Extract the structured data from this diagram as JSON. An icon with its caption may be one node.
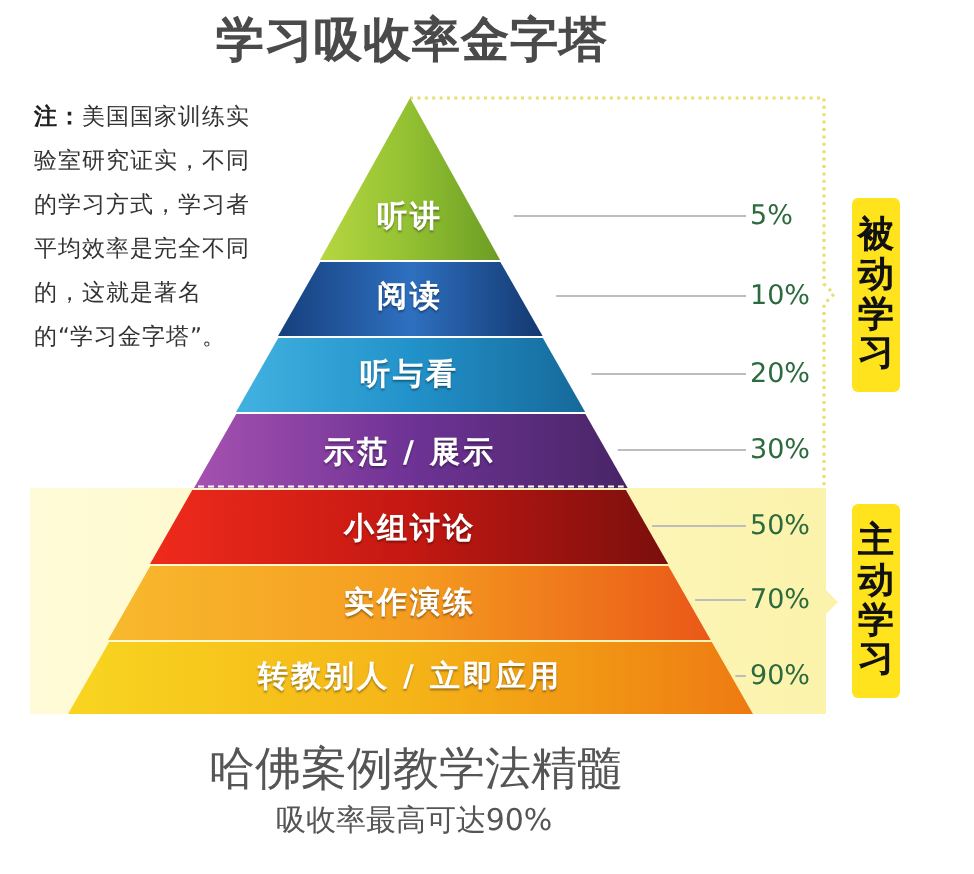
{
  "diagram": {
    "title": "学习吸收率金字塔",
    "nodes": [
      {
        "text": [
          "听讲"
        ]
      },
      {
        "text": [
          "阅读"
        ]
      },
      {
        "text": [
          "听与看"
        ]
      },
      {
        "text": [
          "示范 / 展示"
        ]
      },
      {
        "text": [
          "小组讨论"
        ]
      },
      {
        "text": [
          "实作演练"
        ]
      },
      {
        "text": [
          "转教别人 / 立即应用"
        ]
      },
      {
        "text": [
          "5%"
        ]
      },
      {
        "text": [
          "10%"
        ]
      },
      {
        "text": [
          "20%"
        ]
      },
      {
        "text": [
          "30%"
        ]
      },
      {
        "text": [
          "50%"
        ]
      },
      {
        "text": [
          "70%"
        ]
      },
      {
        "text": [
          "90%"
        ]
      },
      {
        "text": [
          "被动学习"
        ]
      },
      {
        "text": [
          "主动学习"
        ]
      }
    ],
    "edges": [
      {
        "from": 7,
        "to": 0,
        "arrow": "none"
      },
      {
        "from": 8,
        "to": 1,
        "arrow": "none"
      },
      {
        "from": 9,
        "to": 2,
        "arrow": "none"
      },
      {
        "from": 10,
        "to": 3,
        "arrow": "none"
      },
      {
        "from": 11,
        "to": 4,
        "arrow": "none"
      },
      {
        "from": 12,
        "to": 5,
        "arrow": "none"
      },
      {
        "from": 13,
        "to": 6,
        "arrow": "none"
      }
    ],
    "labels": [
      "**注：**美国国家训练实验室研究证实，不同的学习方式，学习者平均效率是完全不同的，这就是著名的“学习金字塔”。",
      "哈佛案例教学法精髓",
      "吸收率最高可达90%"
    ]
  }
}
